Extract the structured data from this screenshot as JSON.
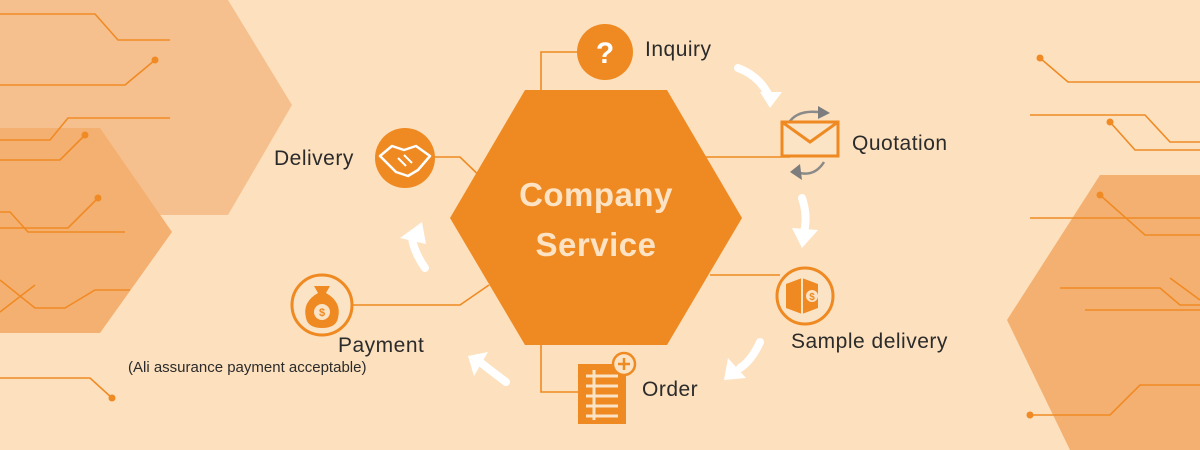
{
  "hub": {
    "line1": "Company",
    "line2": "Service"
  },
  "steps": {
    "inquiry": {
      "label": "Inquiry",
      "icon": "question-icon"
    },
    "quotation": {
      "label": "Quotation",
      "icon": "envelope-icon"
    },
    "sample_delivery": {
      "label": "Sample delivery",
      "icon": "box-icon"
    },
    "order": {
      "label": "Order",
      "icon": "order-list-icon"
    },
    "payment": {
      "label": "Payment",
      "note": "(Ali assurance payment acceptable)",
      "icon": "money-bag-icon"
    },
    "delivery": {
      "label": "Delivery",
      "icon": "handshake-icon"
    }
  },
  "colors": {
    "background": "#fde0bd",
    "accent": "#ef8a22",
    "decor": "#f5b678",
    "text": "#2b2b2b",
    "arrow": "#ffffff"
  }
}
